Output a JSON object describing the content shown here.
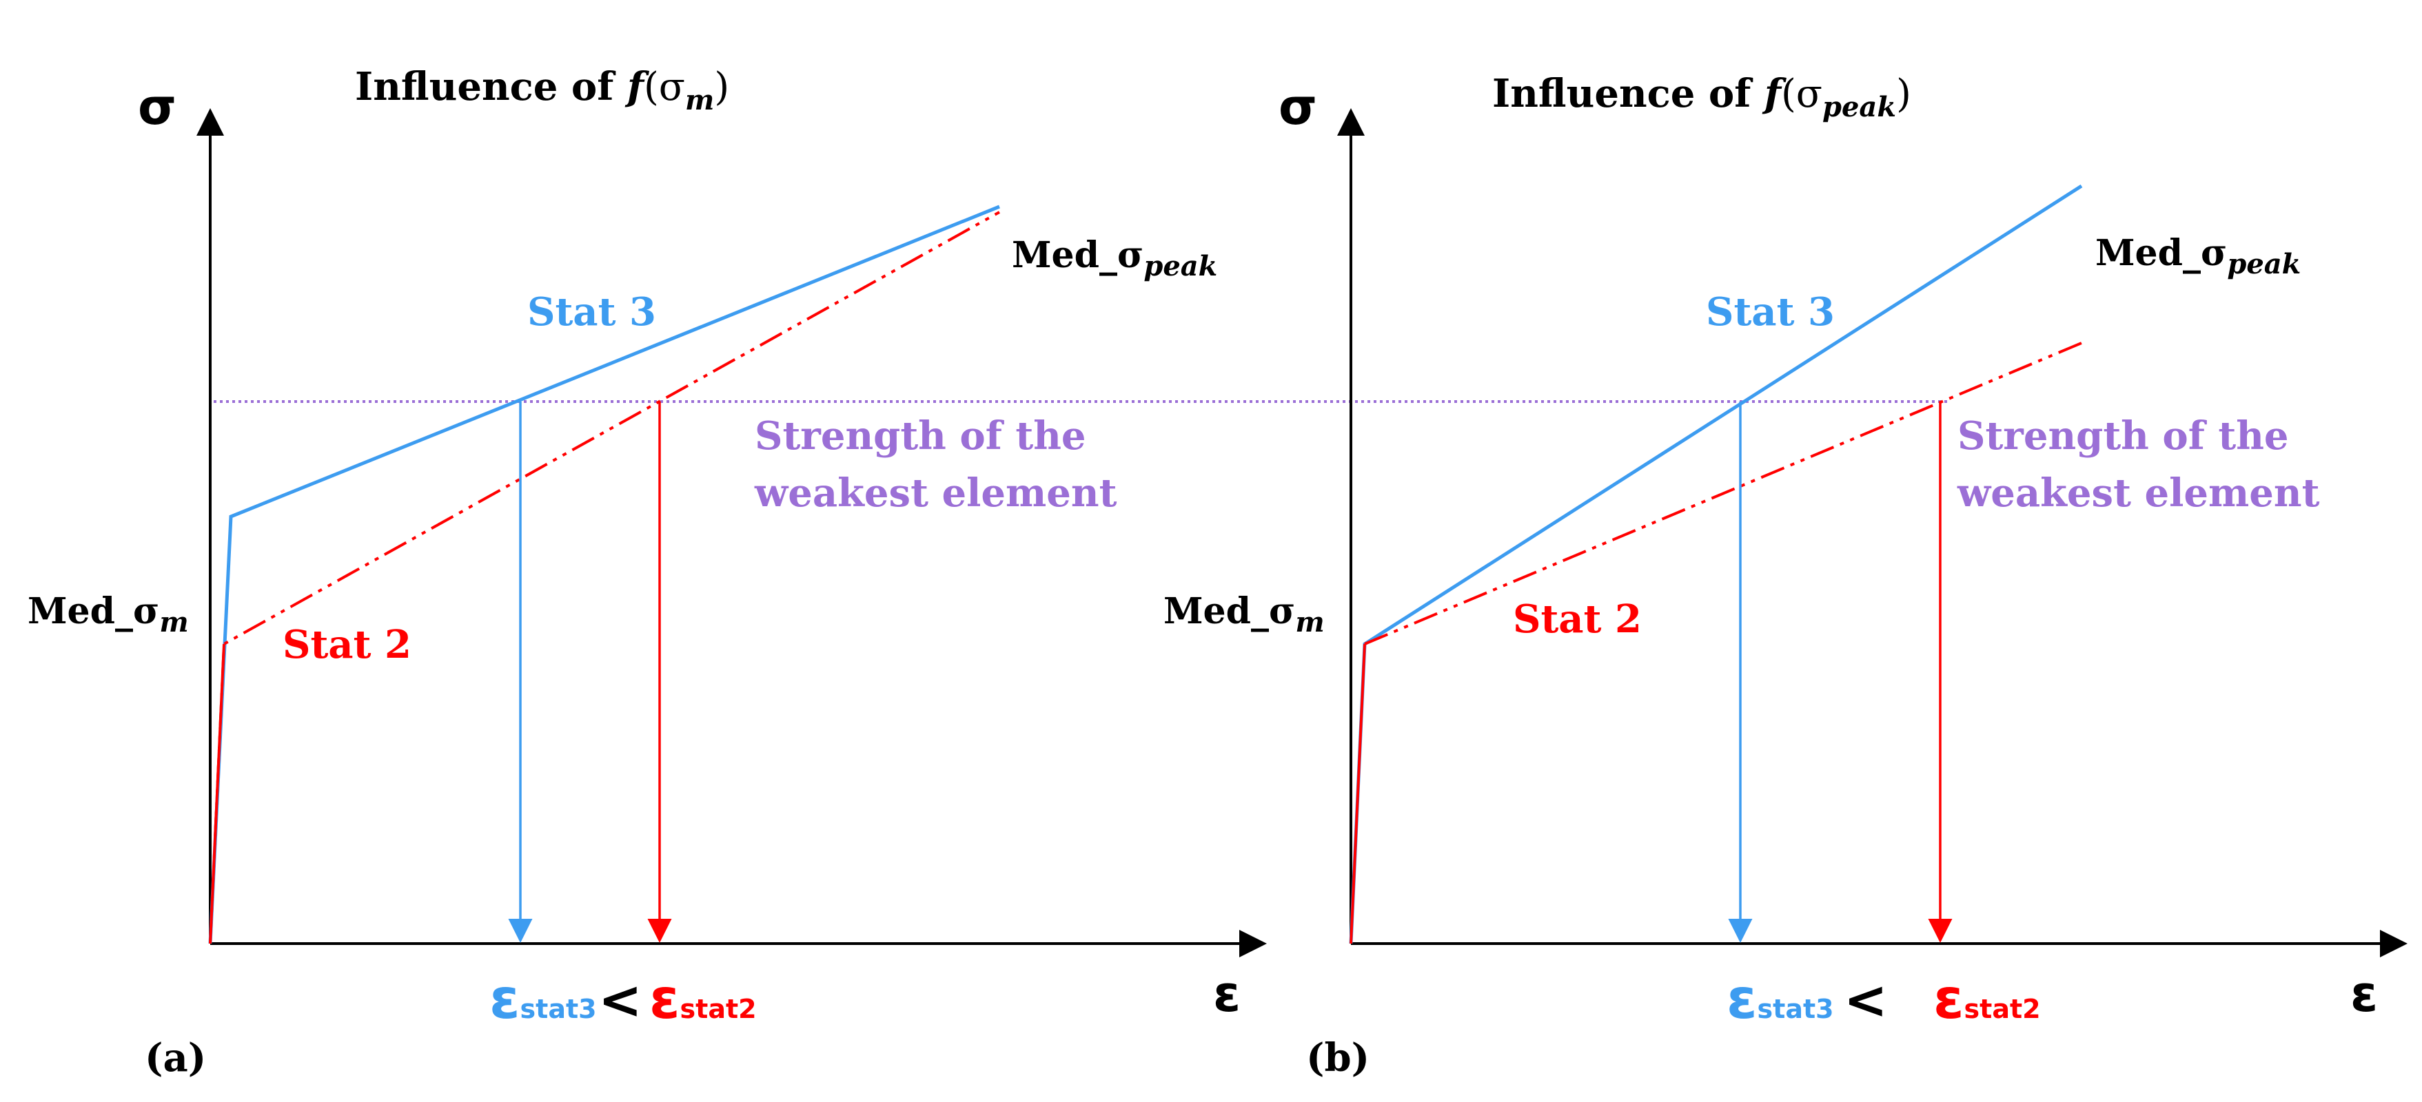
{
  "colors": {
    "axis": "#000000",
    "stat3": "#3d9cf0",
    "stat2": "#ff0000",
    "strength": "#9b6fd6"
  },
  "panel_a": {
    "title_prefix": "Influence of ",
    "title_f": "f",
    "title_sigma": "(σ",
    "title_sub": "m",
    "title_close": ")",
    "y_axis": "σ",
    "x_axis": "ε",
    "med_peak": "Med_σ",
    "med_peak_sub": "peak",
    "med_m": "Med_σ",
    "med_m_sub": "m",
    "stat3": "Stat 3",
    "stat2": "Stat 2",
    "strength_line1": "Strength of the",
    "strength_line2": "weakest element",
    "eps3": "ε",
    "eps3_sub": "stat3",
    "lt": "<",
    "eps2": "ε",
    "eps2_sub": "stat2",
    "label": "(a)"
  },
  "panel_b": {
    "title_prefix": "Influence of ",
    "title_f": "f",
    "title_sigma": "(σ",
    "title_sub": "peak",
    "title_close": ")",
    "y_axis": "σ",
    "x_axis": "ε",
    "med_peak": "Med_σ",
    "med_peak_sub": "peak",
    "med_m": "Med_σ",
    "med_m_sub": "m",
    "stat3": "Stat 3",
    "stat2": "Stat 2",
    "strength_line1": "Strength of the",
    "strength_line2": "weakest element",
    "eps3": "ε",
    "eps3_sub": "stat3",
    "lt": "<",
    "eps2": "ε",
    "eps2_sub": "stat2",
    "label": "(b)"
  }
}
